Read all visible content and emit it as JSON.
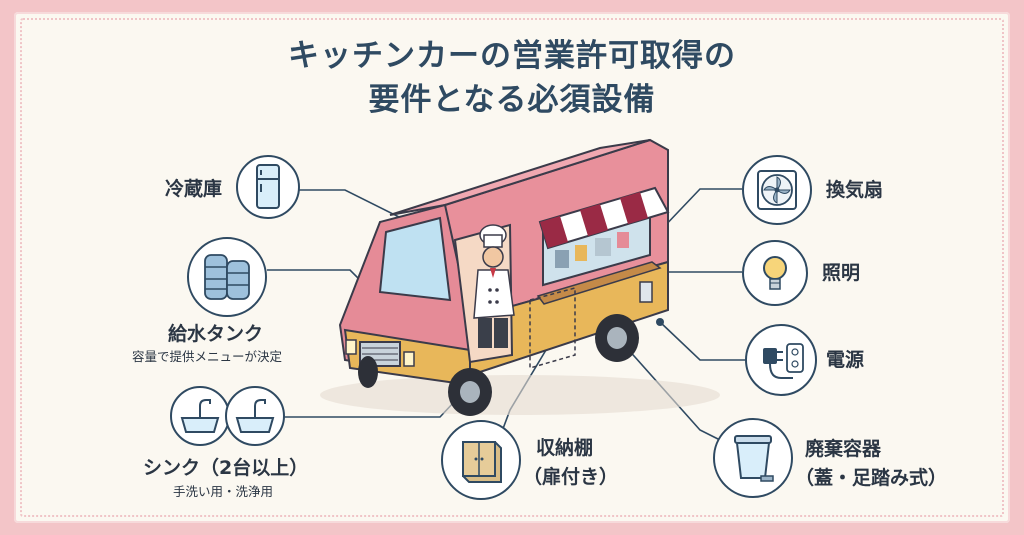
{
  "title": {
    "line1": "キッチンカーの営業許可取得の",
    "line2": "要件となる必須設備"
  },
  "items": {
    "fridge": {
      "label": "冷蔵庫"
    },
    "water_tank": {
      "label": "給水タンク",
      "note": "容量で提供メニューが決定"
    },
    "sink": {
      "label": "シンク（2台以上）",
      "note": "手洗い用・洗浄用"
    },
    "storage": {
      "label_line1": "収納棚",
      "label_line2": "（扉付き）"
    },
    "fan": {
      "label": "換気扇"
    },
    "lighting": {
      "label": "照明"
    },
    "power": {
      "label": "電源"
    },
    "waste": {
      "label_line1": "廃棄容器",
      "label_line2": "（蓋・足踏み式）"
    }
  },
  "colors": {
    "background": "#f3c5c8",
    "panel": "#fbf8f1",
    "title": "#2f4a62",
    "truck_body": "#e8909b",
    "truck_lower": "#e8b75a",
    "awning_red": "#9a2a45"
  }
}
